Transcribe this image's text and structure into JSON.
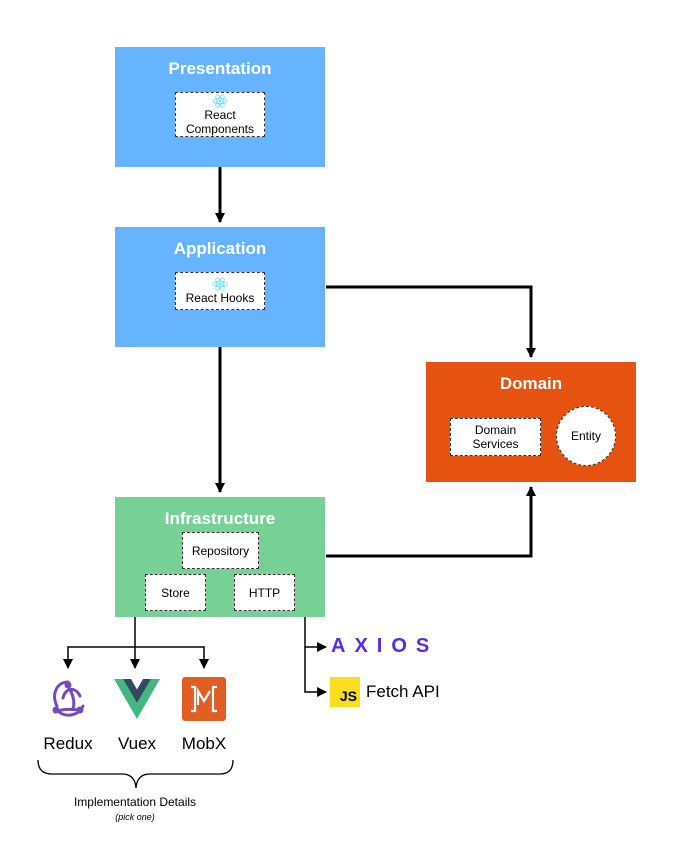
{
  "colors": {
    "presentation": "#66b3ff",
    "application": "#66b3ff",
    "domain": "#e6520f",
    "infrastructure": "#77d095",
    "axios": "#5a29e4",
    "js": "#f7df1e",
    "redux": "#764abc",
    "vue_green": "#41b883",
    "vue_dark": "#35495e",
    "mobx": "#e05e24"
  },
  "presentation": {
    "title": "Presentation",
    "box": "React\nComponents",
    "icon": "react-icon"
  },
  "application": {
    "title": "Application",
    "box": "React Hooks",
    "icon": "react-icon"
  },
  "domain": {
    "title": "Domain",
    "services": "Domain\nServices",
    "entity": "Entity"
  },
  "infrastructure": {
    "title": "Infrastructure",
    "repository": "Repository",
    "store": "Store",
    "http": "HTTP"
  },
  "libraries": {
    "redux": "Redux",
    "vuex": "Vuex",
    "mobx": "MobX",
    "axios": "AXIOS",
    "fetch": "Fetch API",
    "js_badge": "JS"
  },
  "caption": {
    "main": "Implementation Details",
    "sub": "(pick one)"
  }
}
